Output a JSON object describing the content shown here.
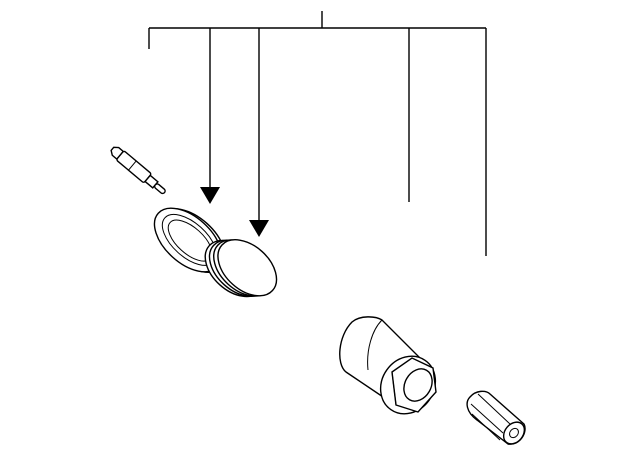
{
  "diagram": {
    "type": "exploded-parts-diagram",
    "line_color": "#000000",
    "background": "#ffffff",
    "parts": [
      {
        "id": "valve-core"
      },
      {
        "id": "seal-washer"
      },
      {
        "id": "grommet"
      },
      {
        "id": "sensor-body-nut"
      },
      {
        "id": "valve-cap"
      }
    ]
  }
}
